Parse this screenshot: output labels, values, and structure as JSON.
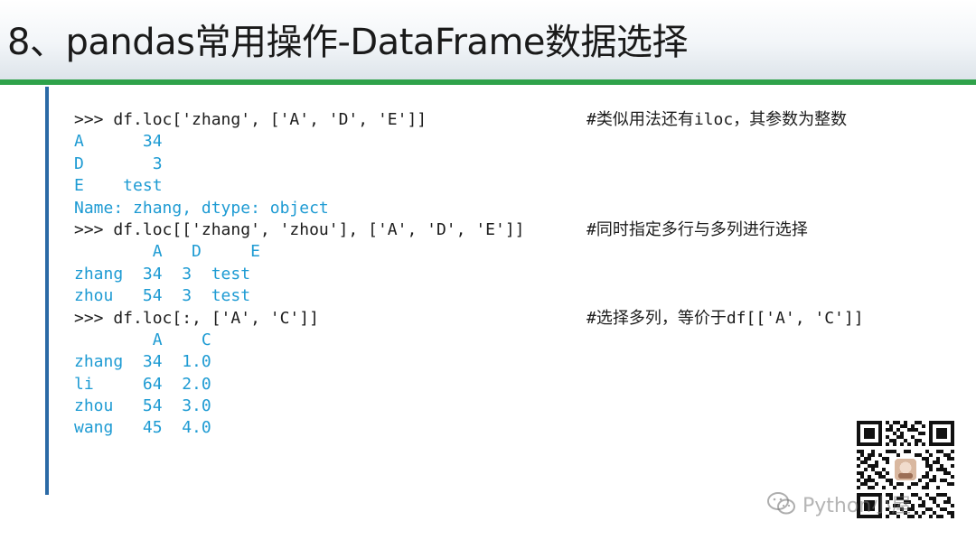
{
  "slide": {
    "title": "8、pandas常用操作-DataFrame数据选择"
  },
  "code_lines": [
    {
      "type": "cmd",
      "text": ">>> df.loc['zhang', ['A', 'D', 'E']]",
      "comment": "#类似用法还有iloc，其参数为整数"
    },
    {
      "type": "out",
      "text": "A      34",
      "comment": ""
    },
    {
      "type": "out",
      "text": "D       3",
      "comment": ""
    },
    {
      "type": "out",
      "text": "E    test",
      "comment": ""
    },
    {
      "type": "out",
      "text": "Name: zhang, dtype: object",
      "comment": ""
    },
    {
      "type": "cmd",
      "text": ">>> df.loc[['zhang', 'zhou'], ['A', 'D', 'E']]",
      "comment": "#同时指定多行与多列进行选择"
    },
    {
      "type": "out",
      "text": "        A   D     E",
      "comment": ""
    },
    {
      "type": "out",
      "text": "zhang  34  3  test",
      "comment": ""
    },
    {
      "type": "out",
      "text": "zhou   54  3  test",
      "comment": ""
    },
    {
      "type": "cmd",
      "text": ">>> df.loc[:, ['A', 'C']]",
      "comment": "#选择多列，等价于df[['A', 'C']]"
    },
    {
      "type": "out",
      "text": "        A    C",
      "comment": ""
    },
    {
      "type": "out",
      "text": "zhang  34  1.0",
      "comment": ""
    },
    {
      "type": "out",
      "text": "li     64  2.0",
      "comment": ""
    },
    {
      "type": "out",
      "text": "zhou   54  3.0",
      "comment": ""
    },
    {
      "type": "out",
      "text": "wang   45  4.0",
      "comment": ""
    }
  ],
  "watermark": {
    "text": "Python小屋"
  },
  "colors": {
    "accent_green": "#2fa24a",
    "accent_blue": "#2b6aa6",
    "output_text": "#1e9bd3"
  }
}
